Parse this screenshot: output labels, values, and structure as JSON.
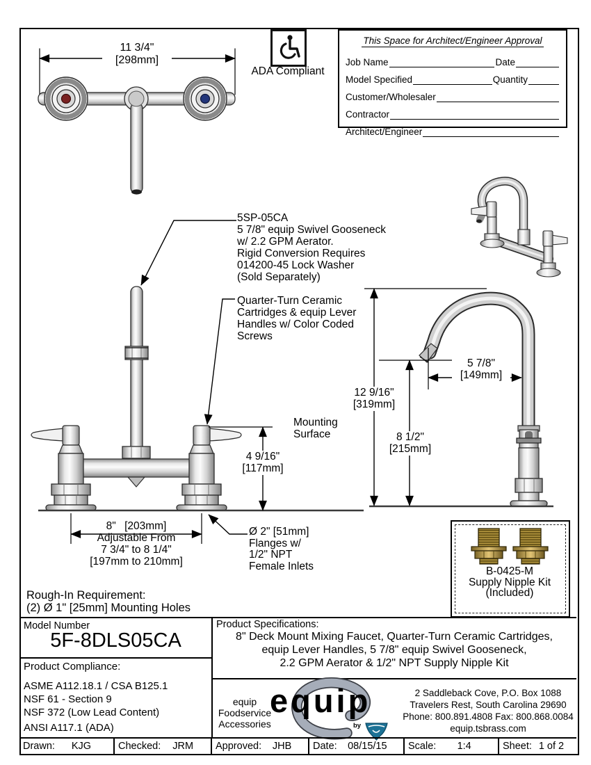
{
  "approval": {
    "title": "This Space for Architect/Engineer Approval",
    "job": "Job Name",
    "date": "Date",
    "model": "Model Specified",
    "qty": "Quantity",
    "customer": "Customer/Wholesaler",
    "contractor": "Contractor",
    "architect": "Architect/Engineer"
  },
  "ada": {
    "label": "ADA Compliant"
  },
  "dims": {
    "top_width": {
      "in": "11 3/4\"",
      "mm": "[298mm]"
    },
    "overall_height": {
      "in": "12 9/16\"",
      "mm": "[319mm]"
    },
    "spout_reach": {
      "in": "5 7/8\"",
      "mm": "[149mm]"
    },
    "spout_clearance": {
      "in": "8 1/2\"",
      "mm": "[215mm]"
    },
    "handle_height": {
      "in": "4 9/16\"",
      "mm": "[117mm]"
    },
    "centers": {
      "in": "8\"",
      "mm": "[203mm]"
    }
  },
  "callouts": {
    "gooseneck": [
      "5SP-05CA",
      "5 7/8\" equip Swivel Gooseneck",
      "w/ 2.2 GPM Aerator.",
      "Rigid Conversion Requires",
      "014200-45 Lock Washer",
      "(Sold Separately)"
    ],
    "cartridge": [
      "Quarter-Turn Ceramic",
      "Cartridges & equip Lever",
      "Handles w/ Color Coded",
      "Screws"
    ],
    "mounting": [
      "Mounting",
      "Surface"
    ],
    "adjustable": [
      "Adjustable From",
      "7 3/4\" to 8 1/4\"",
      "[197mm to 210mm]"
    ],
    "flanges": [
      "Ø 2\" [51mm]",
      "Flanges w/",
      "1/2\" NPT",
      "Female Inlets"
    ],
    "rough_in": [
      "Rough-In Requirement:",
      "(2) Ø 1\" [25mm] Mounting Holes"
    ]
  },
  "supply_kit": {
    "lines": [
      "B-0425-M",
      "Supply Nipple Kit",
      "(Included)"
    ]
  },
  "title_block": {
    "model_number_label": "Model Number",
    "model_number": "5F-8DLS05CA",
    "compliance_label": "Product Compliance:",
    "compliance": [
      "ASME A112.18.1 / CSA B125.1",
      "NSF 61 - Section 9",
      "NSF 372 (Low Lead Content)",
      "ANSI A117.1 (ADA)"
    ],
    "specs_label": "Product Specifications:",
    "specs": [
      "8\" Deck Mount Mixing Faucet, Quarter-Turn Ceramic Cartridges,",
      "equip Lever Handles, 5 7/8\" equip Swivel Gooseneck,",
      "2.2 GPM Aerator & 1/2\" NPT Supply Nipple Kit"
    ],
    "brand": {
      "tagline": [
        "equip",
        "Foodservice",
        "Accessories"
      ],
      "logo_text": "equip",
      "by": "by",
      "address": [
        "2 Saddleback Cove, P.O. Box 1088",
        "Travelers Rest, South Carolina 29690",
        "Phone: 800.891.4808  Fax: 800.868.0084",
        "equip.tsbrass.com"
      ]
    },
    "footer": [
      {
        "label": "Drawn:",
        "value": "KJG"
      },
      {
        "label": "Checked:",
        "value": "JRM"
      },
      {
        "label": "Approved:",
        "value": "JHB"
      },
      {
        "label": "Date:",
        "value": "08/15/15"
      },
      {
        "label": "Scale:",
        "value": "1:4"
      },
      {
        "label": "Sheet:",
        "value": "1  of  2"
      }
    ]
  },
  "colors": {
    "hot_index": "#7a2222",
    "cold_index": "#22357a",
    "brass": "#b3953e",
    "ts_teal": "#1c7296",
    "metal": "#c9c9c9"
  }
}
